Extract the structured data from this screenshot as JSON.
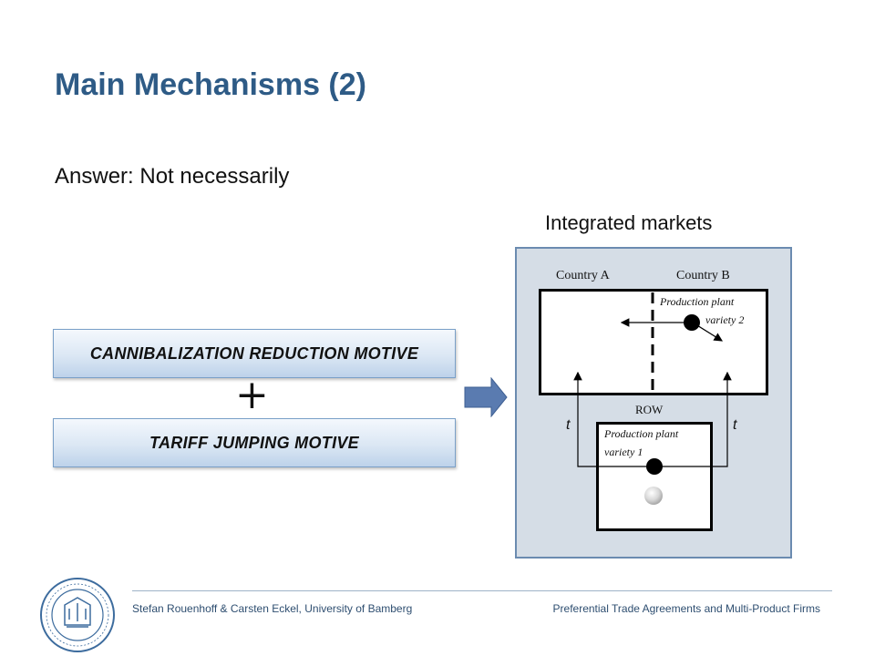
{
  "slide": {
    "title": "Main Mechanisms (2)",
    "subtitle": "Answer: Not necessarily"
  },
  "motives": {
    "box1": "CANNIBALIZATION REDUCTION MOTIVE",
    "plus": "+",
    "box2": "TARIFF JUMPING MOTIVE"
  },
  "diagram": {
    "caption": "Integrated markets",
    "country_a": "Country A",
    "country_b": "Country B",
    "plant2_line1": "Production plant",
    "plant2_line2": "variety 2",
    "row": "ROW",
    "plant1_line1": "Production plant",
    "plant1_line2": "variety 1",
    "tariff_left": "t",
    "tariff_right": "t"
  },
  "footer": {
    "left": "Stefan Rouenhoff & Carsten Eckel, University of Bamberg",
    "right": "Preferential Trade Agreements and Multi-Product Firms"
  },
  "colors": {
    "title": "#2e5b86",
    "panel_bg": "#d5dde6",
    "panel_border": "#6b8bb0",
    "arrow_fill": "#5a7bb0"
  },
  "icons": {
    "logo": "university-seal-icon",
    "arrow": "block-arrow-right-icon"
  }
}
